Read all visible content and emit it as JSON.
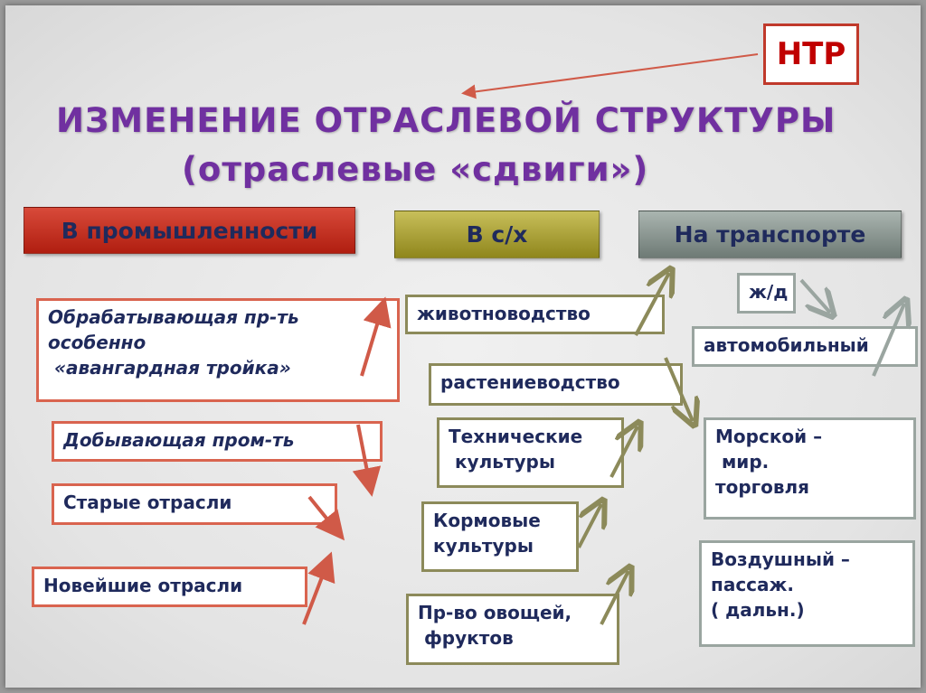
{
  "badge": "НТР",
  "title": {
    "line1": "ИЗМЕНЕНИЕ ОТРАСЛЕВОЙ СТРУКТУРЫ",
    "line2": "(отраслевые «сдвиги»)"
  },
  "headers": {
    "industry": "В промышленности",
    "agriculture": "В с/х",
    "transport": "На транспорте"
  },
  "industry": [
    "Обрабатывающая пр-ть\nособенно\n «авангардная тройка»",
    "Добывающая пром-ть",
    "Старые отрасли",
    "Новейшие отрасли"
  ],
  "agriculture": [
    "животноводство",
    "растениеводство",
    "Технические\n культуры",
    "Кормовые\nкультуры",
    "Пр-во овощей,\n фруктов"
  ],
  "transport": [
    "ж/д",
    "автомобильный",
    "Морской –\n мир.\nторговля",
    "Воздушный –\nпассаж.\n( дальн.)"
  ],
  "colors": {
    "title": "#7030a0",
    "industry": "#c0392b",
    "agriculture": "#8c8a5a",
    "transport": "#9aa5a0",
    "text": "#1f2a5c"
  }
}
